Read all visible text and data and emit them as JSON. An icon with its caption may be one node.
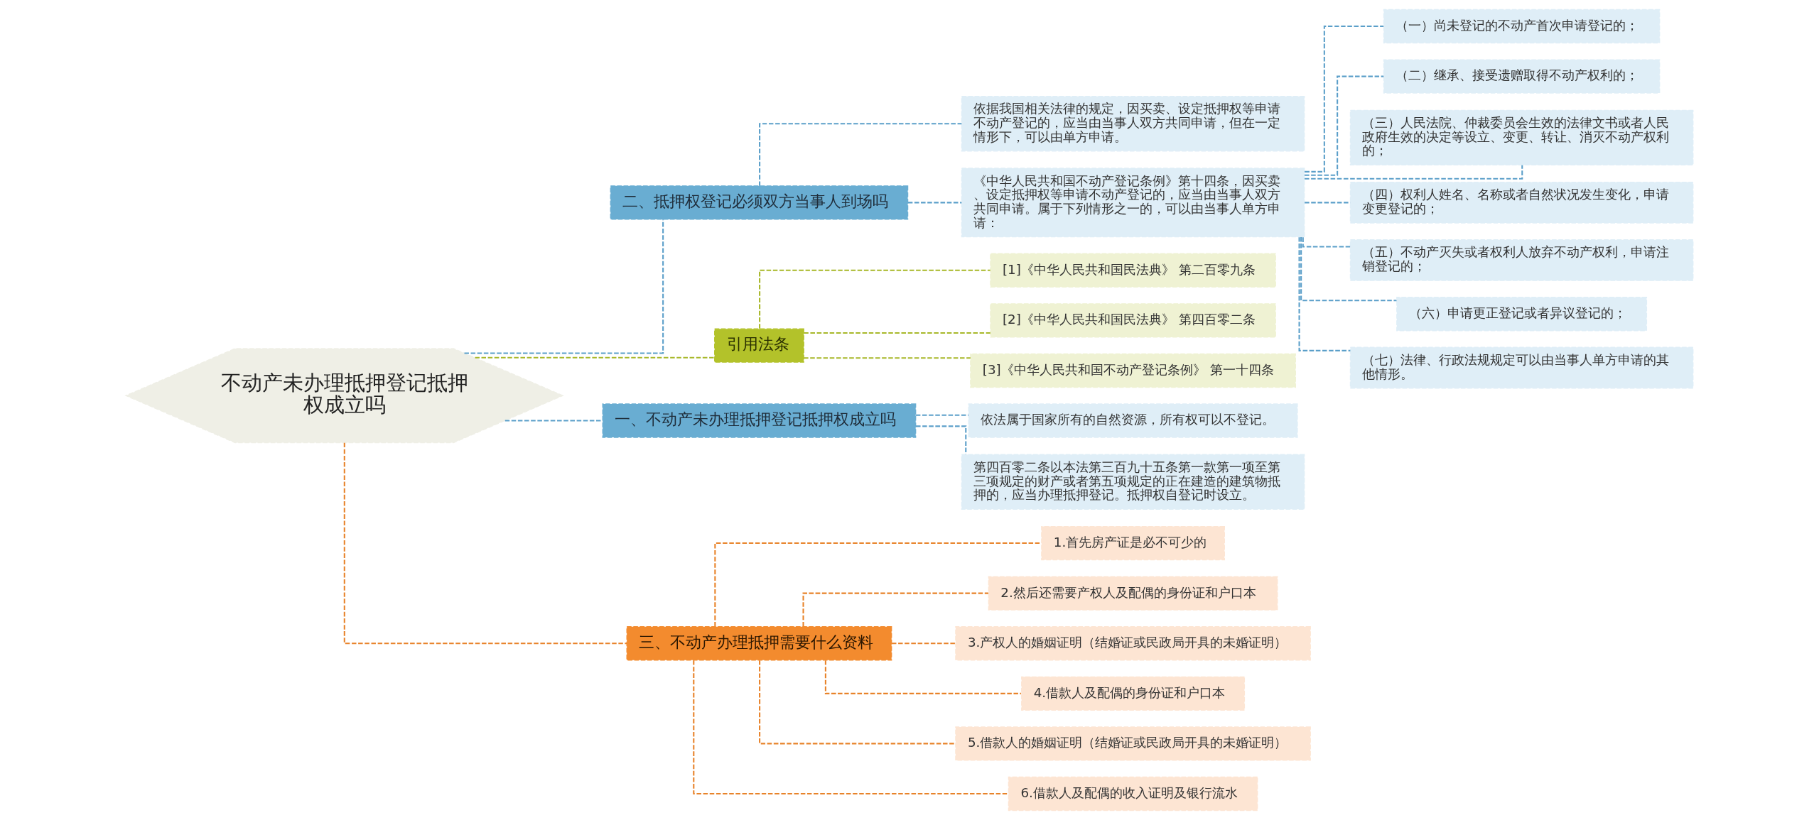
{
  "diagram": {
    "nodes": [
      {
        "text": [
          "不动产未办理抵押登记抵押权成立吗"
        ]
      },
      {
        "text": [
          "二、抵押权登记必须双方当事人到场吗"
        ]
      },
      {
        "text": [
          "依据我国相关法律的规定，因买卖、设定抵押权等申请不动产登记的，应当由当事人双方共同申请，但在一定情形下，可以由单方申请。"
        ]
      },
      {
        "text": [
          "《中华人民共和国不动产登记条例》第十四条，因买卖、设定抵押权等申请不动产登记的，应当由当事人双方共同申请。属于下列情形之一的，可以由当事人单方申请："
        ]
      },
      {
        "text": [
          "（一）尚未登记的不动产首次申请登记的；"
        ]
      },
      {
        "text": [
          "（二）继承、接受遗赠取得不动产权利的；"
        ]
      },
      {
        "text": [
          "（三）人民法院、仲裁委员会生效的法律文书或者人民政府生效的决定等设立、变更、转让、消灭不动产权利的；"
        ]
      },
      {
        "text": [
          "（四）权利人姓名、名称或者自然状况发生变化，申请变更登记的；"
        ]
      },
      {
        "text": [
          "（五）不动产灭失或者权利人放弃不动产权利，申请注销登记的；"
        ]
      },
      {
        "text": [
          "（六）申请更正登记或者异议登记的；"
        ]
      },
      {
        "text": [
          "（七）法律、行政法规规定可以由当事人单方申请的其他情形。"
        ]
      },
      {
        "text": [
          "引用法条"
        ]
      },
      {
        "text": [
          "[1]《中华人民共和国民法典》 第二百零九条"
        ]
      },
      {
        "text": [
          "[2]《中华人民共和国民法典》 第四百零二条"
        ]
      },
      {
        "text": [
          "[3]《中华人民共和国不动产登记条例》 第一十四条"
        ]
      },
      {
        "text": [
          "一、不动产未办理抵押登记抵押权成立吗"
        ]
      },
      {
        "text": [
          "依法属于国家所有的自然资源，所有权可以不登记。"
        ]
      },
      {
        "text": [
          "第四百零二条以本法第三百九十五条第一款第一项至第三项规定的财产或者第五项规定的正在建造的建筑物抵押的，应当办理抵押登记。抵押权自登记时设立。"
        ]
      },
      {
        "text": [
          "三、不动产办理抵押需要什么资料"
        ]
      },
      {
        "text": [
          "1.首先房产证是必不可少的"
        ]
      },
      {
        "text": [
          "2.然后还需要产权人及配偶的身份证和户口本"
        ]
      },
      {
        "text": [
          "3.产权人的婚姻证明（结婚证或民政局开具的未婚证明）"
        ]
      },
      {
        "text": [
          "4.借款人及配偶的身份证和户口本"
        ]
      },
      {
        "text": [
          "5.借款人的婚姻证明（结婚证或民政局开具的未婚证明）"
        ]
      },
      {
        "text": [
          "6.借款人及配偶的收入证明及银行流水"
        ]
      }
    ],
    "edges": [
      {
        "from": 0,
        "to": 1,
        "arrow": "none",
        "style": "dashed"
      },
      {
        "from": 1,
        "to": 2,
        "arrow": "none",
        "style": "dashed"
      },
      {
        "from": 1,
        "to": 3,
        "arrow": "none",
        "style": "dashed"
      },
      {
        "from": 3,
        "to": 4,
        "arrow": "none",
        "style": "dashed"
      },
      {
        "from": 3,
        "to": 5,
        "arrow": "none",
        "style": "dashed"
      },
      {
        "from": 3,
        "to": 6,
        "arrow": "none",
        "style": "dashed"
      },
      {
        "from": 3,
        "to": 7,
        "arrow": "none",
        "style": "dashed"
      },
      {
        "from": 3,
        "to": 8,
        "arrow": "none",
        "style": "dashed"
      },
      {
        "from": 3,
        "to": 9,
        "arrow": "none",
        "style": "dashed"
      },
      {
        "from": 3,
        "to": 10,
        "arrow": "none",
        "style": "dashed"
      },
      {
        "from": 0,
        "to": 11,
        "arrow": "none",
        "style": "dashed",
        "color": "#a8b82a"
      },
      {
        "from": 11,
        "to": 12,
        "arrow": "none",
        "style": "dashed",
        "color": "#a8b82a"
      },
      {
        "from": 11,
        "to": 13,
        "arrow": "none",
        "style": "dashed",
        "color": "#a8b82a"
      },
      {
        "from": 11,
        "to": 14,
        "arrow": "none",
        "style": "dashed",
        "color": "#a8b82a"
      },
      {
        "from": 0,
        "to": 15,
        "arrow": "none",
        "style": "dashed"
      },
      {
        "from": 15,
        "to": 16,
        "arrow": "none",
        "style": "dashed"
      },
      {
        "from": 15,
        "to": 17,
        "arrow": "none",
        "style": "dashed"
      },
      {
        "from": 0,
        "to": 18,
        "arrow": "none",
        "style": "dashed",
        "color": "#e8832a"
      },
      {
        "from": 18,
        "to": 19,
        "arrow": "none",
        "style": "dashed",
        "color": "#e8832a"
      },
      {
        "from": 18,
        "to": 20,
        "arrow": "none",
        "style": "dashed",
        "color": "#e8832a"
      },
      {
        "from": 18,
        "to": 21,
        "arrow": "none",
        "style": "dashed",
        "color": "#e8832a"
      },
      {
        "from": 18,
        "to": 22,
        "arrow": "none",
        "style": "dashed",
        "color": "#e8832a"
      },
      {
        "from": 18,
        "to": 23,
        "arrow": "none",
        "style": "dashed",
        "color": "#e8832a"
      },
      {
        "from": 18,
        "to": 24,
        "arrow": "none",
        "style": "dashed",
        "color": "#e8832a"
      }
    ]
  }
}
